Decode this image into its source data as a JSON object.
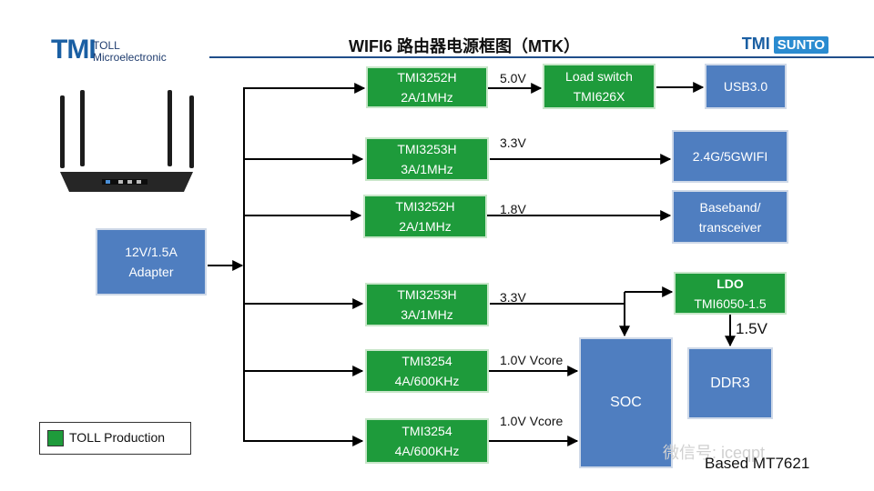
{
  "header": {
    "title": "WIFI6 路由器电源框图（MTK）",
    "logo_left_mark": "TMI",
    "logo_left_sub1": "TOLL",
    "logo_left_sub2": "Microelectronic",
    "logo_right_mark": "TMI",
    "logo_right_brand": "SUNTO"
  },
  "source": {
    "label": "12V/1.5A\nAdapter"
  },
  "regulators": [
    {
      "name": "TMI3252H",
      "spec": "2A/1MHz",
      "voltage": "5.0V"
    },
    {
      "name": "TMI3253H",
      "spec": "3A/1MHz",
      "voltage": "3.3V"
    },
    {
      "name": "TMI3252H",
      "spec": "2A/1MHz",
      "voltage": "1.8V"
    },
    {
      "name": "TMI3253H",
      "spec": "3A/1MHz",
      "voltage": "3.3V"
    },
    {
      "name": "TMI3254",
      "spec": "4A/600KHz",
      "voltage": "1.0V Vcore"
    },
    {
      "name": "TMI3254",
      "spec": "4A/600KHz",
      "voltage": "1.0V Vcore"
    }
  ],
  "loads": {
    "load_switch": {
      "line1": "Load switch",
      "line2": "TMI626X"
    },
    "usb": "USB3.0",
    "wifi": "2.4G/5GWIFI",
    "baseband": "Baseband/\ntransceiver",
    "ldo": {
      "line1": "LDO",
      "line2": "TMI6050-1.5"
    },
    "ldo_out": "1.5V",
    "soc": "SOC",
    "ddr": "DDR3"
  },
  "legend": {
    "label": "TOLL Production"
  },
  "footer": {
    "watermark": "微信号: iceqpt",
    "based": "Based MT7621"
  },
  "colors": {
    "green": "#1e9b3b",
    "blue": "#4f7ec0",
    "rule": "#1f4e8a"
  }
}
